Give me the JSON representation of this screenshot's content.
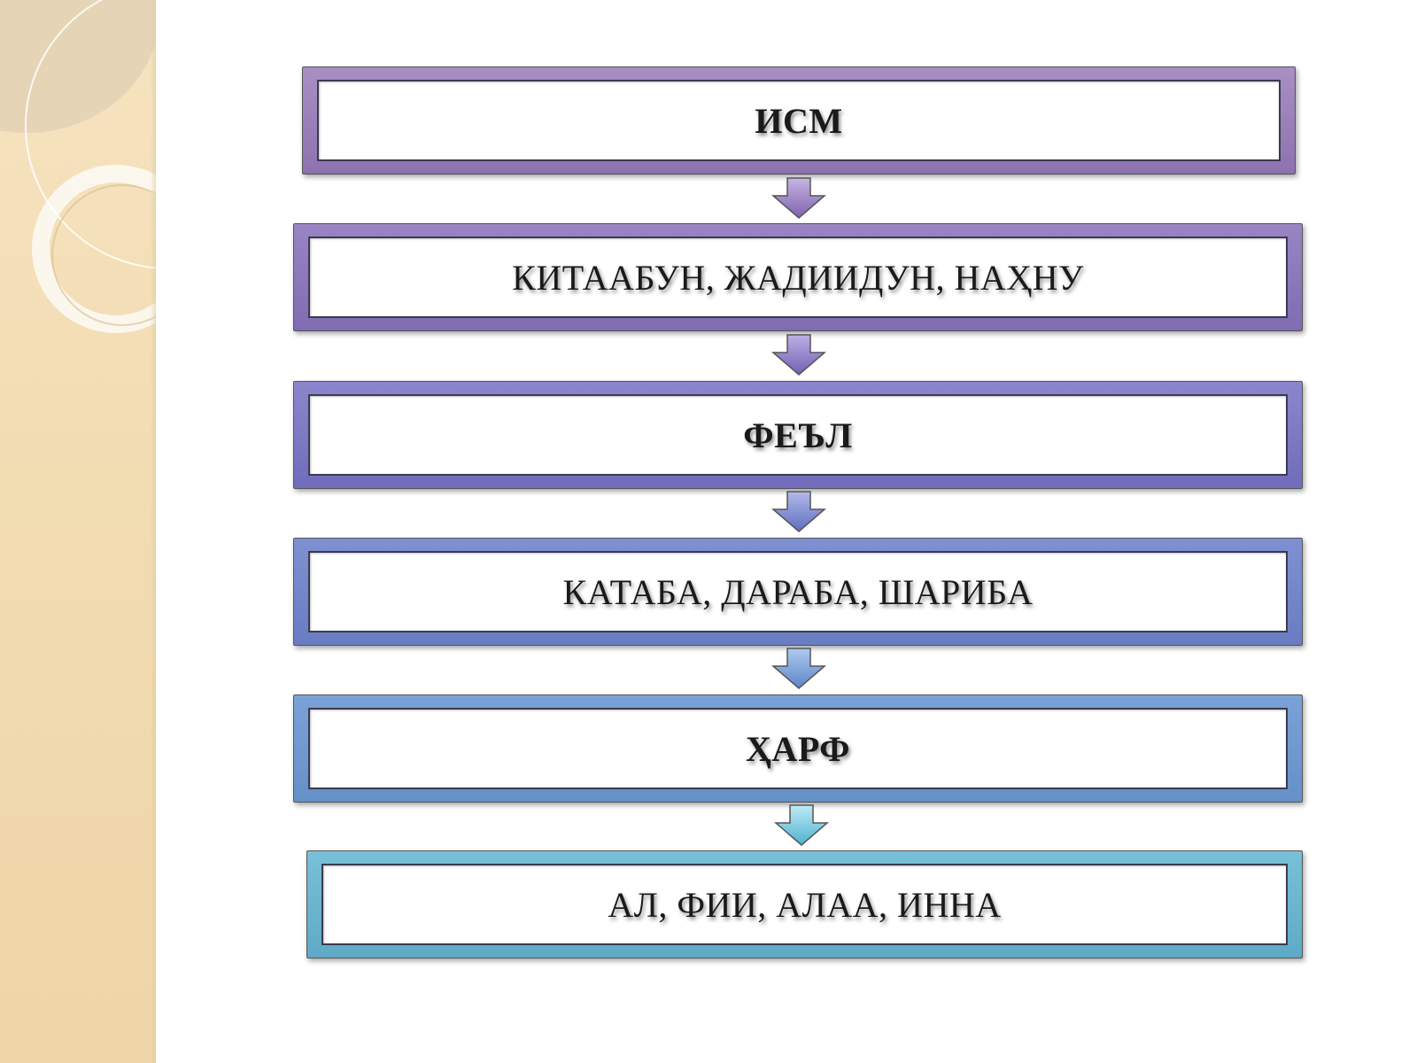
{
  "diagram": {
    "boxes": [
      {
        "label": "ИСМ"
      },
      {
        "label": "КИТААБУН, ЖАДИИДУН, НАҲНУ"
      },
      {
        "label": "ФЕЪЛ"
      },
      {
        "label": "КАТАБА, ДАРАБА, ШАРИБА"
      },
      {
        "label": "ҲАРФ"
      },
      {
        "label": "АЛ, ФИИ, АЛАА, ИННА"
      }
    ],
    "arrow_colors": [
      "#9b7fc4",
      "#8a74c0",
      "#7f82cc",
      "#6f92d4",
      "#6cc2de"
    ]
  }
}
